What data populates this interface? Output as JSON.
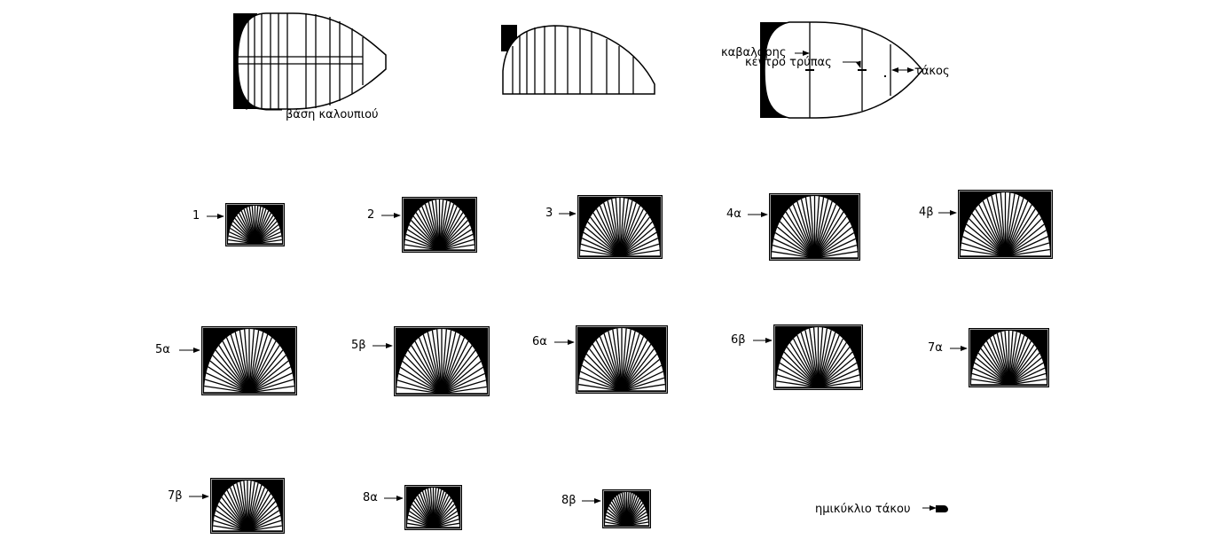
{
  "top_labels": {
    "mold_base": "βάση καλουπιού",
    "saddle": "καβαλάρης",
    "hole_center": "κέντρο τρύπας",
    "peg": "τάκος"
  },
  "sections": [
    {
      "label": "1"
    },
    {
      "label": "2"
    },
    {
      "label": "3"
    },
    {
      "label": "4α"
    },
    {
      "label": "4β"
    },
    {
      "label": "5α"
    },
    {
      "label": "5β"
    },
    {
      "label": "6α"
    },
    {
      "label": "6β"
    },
    {
      "label": "7α"
    },
    {
      "label": "7β"
    },
    {
      "label": "8α"
    },
    {
      "label": "8β"
    }
  ],
  "peg_semicircle_label": "ημικύκλιο τάκου"
}
